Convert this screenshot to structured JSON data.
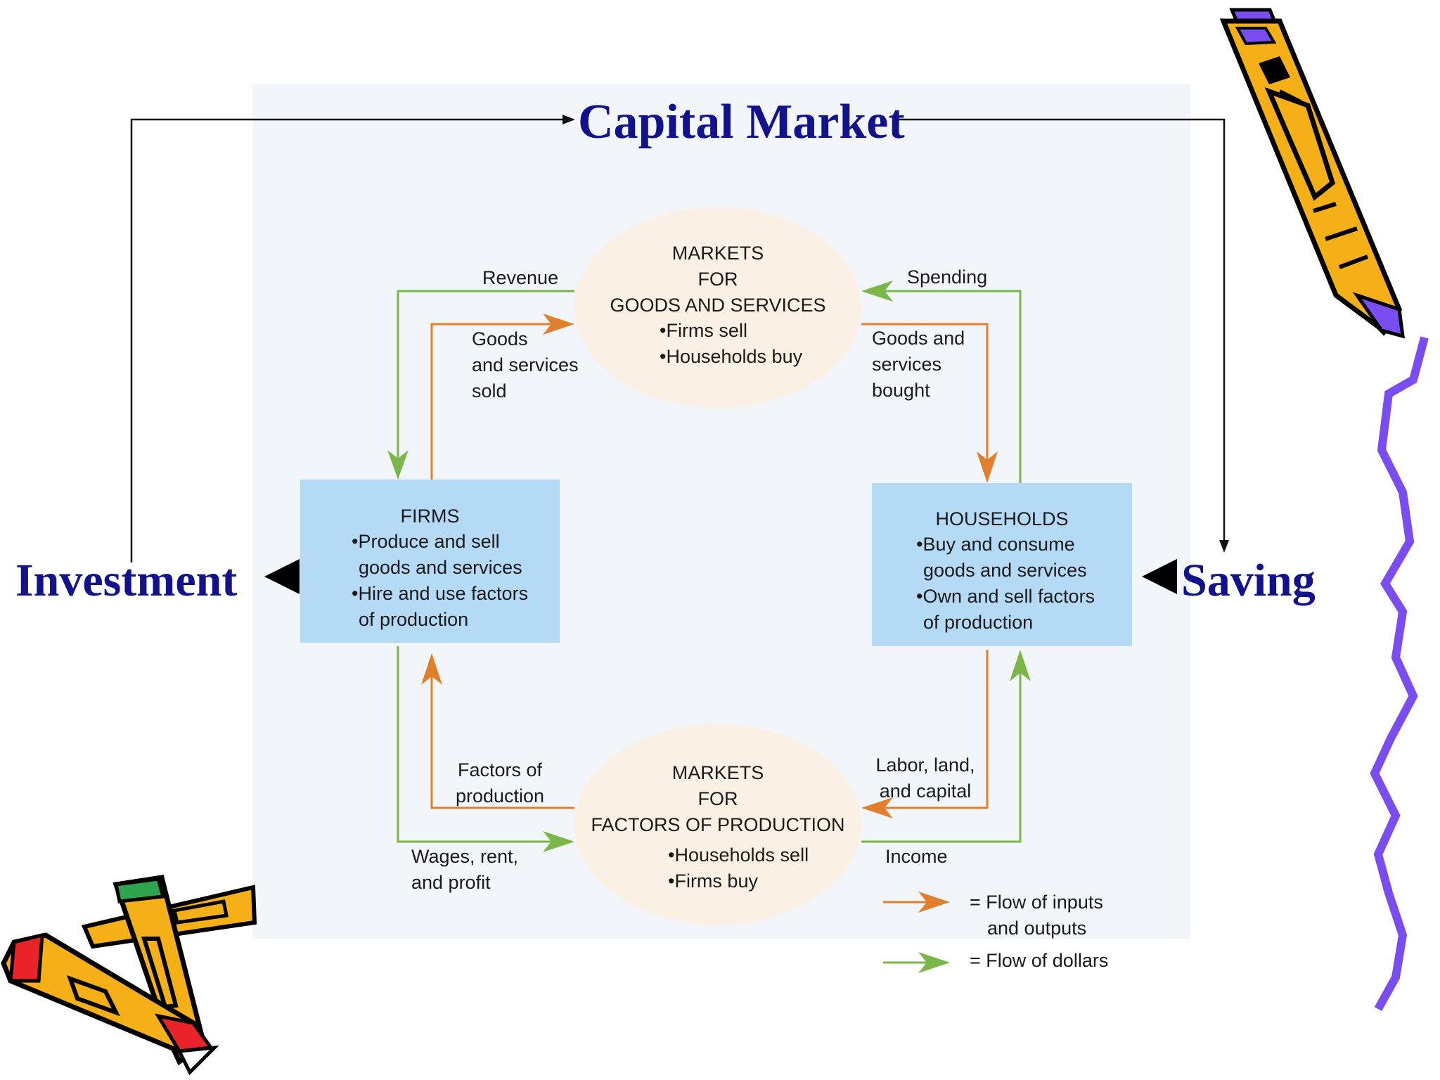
{
  "colors": {
    "inputs_flow": "#e07f2c",
    "dollars_flow": "#7ab648",
    "title_blue": "#12128c",
    "box_fill": "#b4daf6",
    "ellipse_fill": "#fbf0e4"
  },
  "titles": {
    "capital_market": "Capital Market",
    "investment": "Investment",
    "saving": "Saving"
  },
  "goods_market": {
    "line1": "MARKETS",
    "line2": "FOR",
    "line3": "GOODS AND SERVICES",
    "bullet1": "•Firms sell",
    "bullet2": "•Households buy"
  },
  "factor_market": {
    "line1": "MARKETS",
    "line2": "FOR",
    "line3": "FACTORS OF PRODUCTION",
    "bullet1": "•Households sell",
    "bullet2": "•Firms buy"
  },
  "firms": {
    "title": "FIRMS",
    "lines": [
      "•Produce and sell",
      "goods and services",
      "•Hire and use factors",
      "of production"
    ]
  },
  "households": {
    "title": "HOUSEHOLDS",
    "lines": [
      "•Buy and consume",
      "goods and services",
      "•Own and sell factors",
      "of production"
    ]
  },
  "flow_labels": {
    "revenue": "Revenue",
    "spending": "Spending",
    "goods_sold": [
      "Goods",
      "and services",
      "sold"
    ],
    "goods_bought": [
      "Goods and",
      "services",
      "bought"
    ],
    "factors": [
      "Factors of",
      "production"
    ],
    "labor": [
      "Labor, land,",
      "and capital"
    ],
    "wages": [
      "Wages, rent,",
      "and profit"
    ],
    "income": "Income"
  },
  "legend": {
    "inputs_line1": "= Flow of inputs",
    "inputs_line2": "and outputs",
    "dollars": "= Flow of dollars"
  },
  "decorations": [
    "pencil-icon",
    "pencils-icon",
    "zigzag-line"
  ]
}
